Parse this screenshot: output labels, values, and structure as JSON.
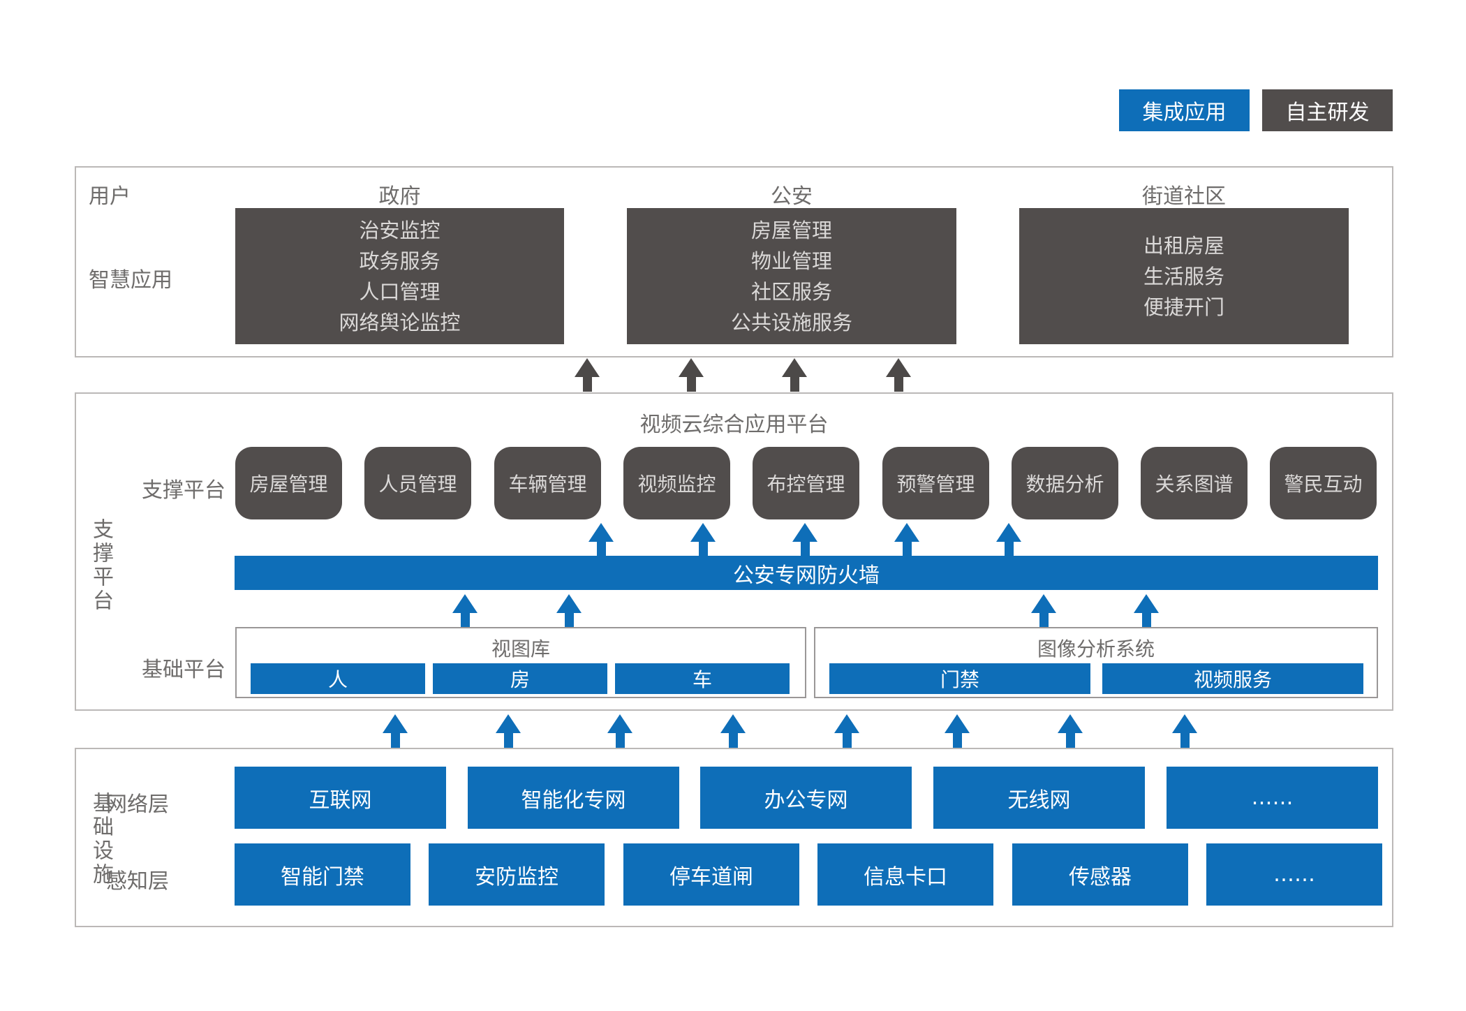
{
  "colors": {
    "blue": "#0e6eb8",
    "dark_gray": "#514d4c"
  },
  "legend": {
    "integrated": "集成应用",
    "self_developed": "自主研发"
  },
  "user_section": {
    "row_label_top": "用户",
    "row_label_bottom": "智慧应用",
    "columns": [
      {
        "header": "政府",
        "items": [
          "治安监控",
          "政务服务",
          "人口管理",
          "网络舆论监控"
        ]
      },
      {
        "header": "公安",
        "items": [
          "房屋管理",
          "物业管理",
          "社区服务",
          "公共设施服务"
        ]
      },
      {
        "header": "街道社区",
        "items": [
          "出租房屋",
          "生活服务",
          "便捷开门"
        ]
      }
    ]
  },
  "platform_section": {
    "side_label": "支撑平台",
    "title": "视频云综合应用平台",
    "support_row_label": "支撑平台",
    "support_boxes": [
      "房屋管理",
      "人员管理",
      "车辆管理",
      "视频监控",
      "布控管理",
      "预警管理",
      "数据分析",
      "关系图谱",
      "警民互动"
    ],
    "firewall": "公安专网防火墙",
    "base_row_label": "基础平台",
    "base_groups": [
      {
        "title": "视图库",
        "items": [
          "人",
          "房",
          "车"
        ]
      },
      {
        "title": "图像分析系统",
        "items": [
          "门禁",
          "视频服务"
        ]
      }
    ]
  },
  "infra_section": {
    "side_label": "基础设施",
    "network_label": "网络层",
    "network_boxes": [
      "互联网",
      "智能化专网",
      "办公专网",
      "无线网",
      "……"
    ],
    "sensor_label": "感知层",
    "sensor_boxes": [
      "智能门禁",
      "安防监控",
      "停车道闸",
      "信息卡口",
      "传感器",
      "……"
    ]
  }
}
